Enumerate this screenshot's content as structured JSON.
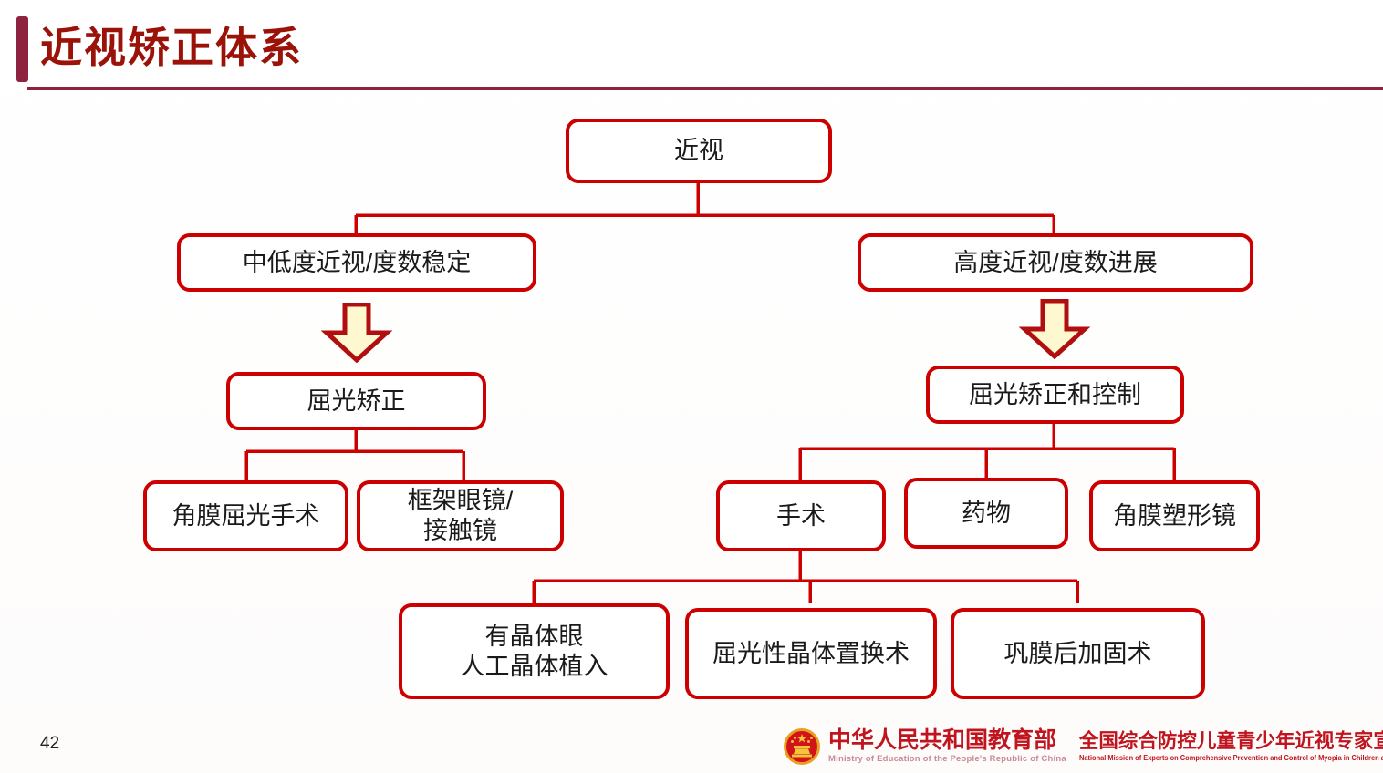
{
  "header": {
    "title": "近视矫正体系",
    "accent_color": "#8e2340",
    "title_color": "#9b1209"
  },
  "diagram": {
    "node_border_color": "#cc0000",
    "connector_color": "#cc0000",
    "arrow_fill_color": "#fdf8cf",
    "arrow_border_color": "#b10f0f",
    "nodes": {
      "root": "近视",
      "left_branch": "中低度近视/度数稳定",
      "right_branch": "高度近视/度数进展",
      "left_mid": "屈光矫正",
      "right_mid": "屈光矫正和控制",
      "left_leaf_1": "角膜屈光手术",
      "left_leaf_2": "框架眼镜/\n接触镜",
      "right_leaf_1": "手术",
      "right_leaf_2": "药物",
      "right_leaf_3": "角膜塑形镜",
      "surgery_leaf_1": "有晶体眼\n人工晶体植入",
      "surgery_leaf_2": "屈光性晶体置换术",
      "surgery_leaf_3": "巩膜后加固术"
    }
  },
  "footer": {
    "page_number": "42",
    "moe_cn": "中华人民共和国教育部",
    "moe_en": "Ministry of Education of the People's Republic of China",
    "mission_cn": "全国综合防控儿童青少年近视专家宣讲团",
    "mission_en": "National Mission of Experts on Comprehensive Prevention and Control of Myopia in Children and Adolescents"
  }
}
